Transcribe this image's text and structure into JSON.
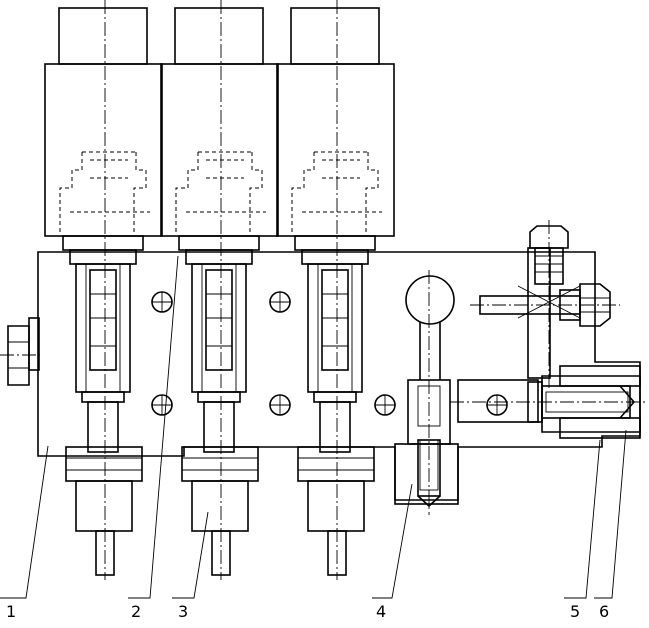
{
  "drawing": {
    "callouts": [
      {
        "id": "1",
        "text": "1"
      },
      {
        "id": "2",
        "text": "2"
      },
      {
        "id": "3",
        "text": "3"
      },
      {
        "id": "4",
        "text": "4"
      },
      {
        "id": "5",
        "text": "5"
      },
      {
        "id": "6",
        "text": "6"
      }
    ],
    "solenoid_valve_count": 3,
    "colors": {
      "line": "#000000",
      "paper": "#ffffff"
    }
  }
}
